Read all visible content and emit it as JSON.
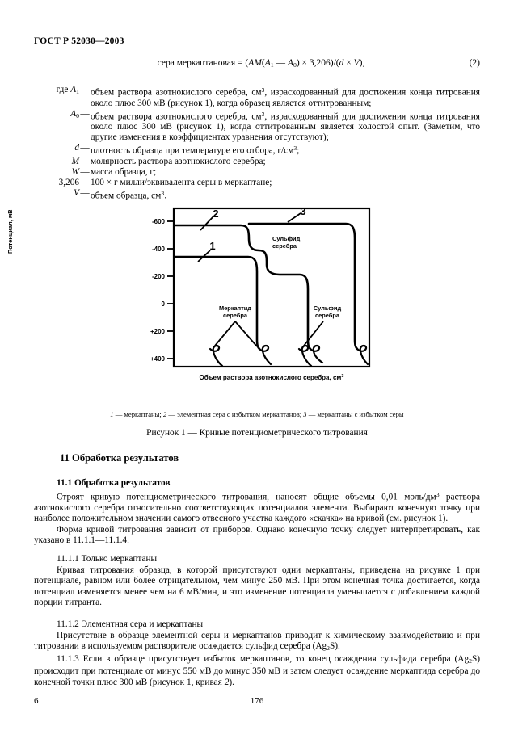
{
  "header": {
    "standard_code": "ГОСТ Р 52030—2003"
  },
  "formula": {
    "lead": "сера меркаптановая = (",
    "expr_am": "AM",
    "open": "(",
    "a1": "A",
    "a1_sub": "1",
    "minus": " — ",
    "a0": "A",
    "a0_sub": "0",
    "close_times": ") × 3,206)/(",
    "d": "d",
    "times": " × ",
    "v": "V",
    "tail": "),",
    "number": "(2)",
    "full_text": "сера меркаптановая = (AM(A1 — A0) × 3,206)/(d × V),"
  },
  "definitions": {
    "intro": "где",
    "items": [
      {
        "key_plain": "A1",
        "key_symbol": "A",
        "key_sub": "1",
        "dash": "—",
        "text": "объем раствора азотнокислого серебра, см3, израсходованный для достижения конца титрования около плюс 300 мВ (рисунок 1), когда образец является оттитрованным;"
      },
      {
        "key_plain": "A0",
        "key_symbol": "A",
        "key_sub": "0",
        "dash": "—",
        "text": "объем раствора азотнокислого серебра, см3, израсходованный для достижения конца титрования около плюс 300 мВ (рисунок 1), когда оттитрованным является холостой опыт. (Заметим, что другие изменения в коэффициентах уравнения отсутствуют);"
      },
      {
        "key_plain": "d",
        "key_symbol": "d",
        "key_sub": "",
        "dash": "—",
        "text": "плотность образца при температуре его отбора, г/см3;"
      },
      {
        "key_plain": "M",
        "key_symbol": "M",
        "key_sub": "",
        "dash": "—",
        "text": "молярность раствора азотнокислого серебра;"
      },
      {
        "key_plain": "W",
        "key_symbol": "W",
        "key_sub": "",
        "dash": "—",
        "text": "масса образца, г;"
      },
      {
        "key_plain": "3,206",
        "key_symbol": "3,206",
        "key_sub": "",
        "dash": "—",
        "text": "100 × г милли/эквивалента серы в меркаптане;"
      },
      {
        "key_plain": "V",
        "key_symbol": "V",
        "key_sub": "",
        "dash": "—",
        "text": "объем образца, см3."
      }
    ]
  },
  "chart_data": {
    "type": "line",
    "title": "Рисунок 1 — Кривые потенциометрического титрования",
    "xlabel": "Объем раствора азотнокислого серебра, см3",
    "ylabel": "Потенциал, мВ",
    "y_ticks": [
      "-600",
      "-400",
      "-200",
      "0",
      "+200",
      "+400"
    ],
    "ylim": [
      -700,
      500
    ],
    "y_inverted": true,
    "grid": false,
    "x_ticks": [],
    "annotations": [
      {
        "id": "curve-label-2",
        "text": "2"
      },
      {
        "id": "curve-label-3",
        "text": "3"
      },
      {
        "id": "curve-label-1",
        "text": "1"
      },
      {
        "id": "annot-sulfide-upper",
        "text": "Сульфид серебра"
      },
      {
        "id": "annot-mercaptide",
        "text": "Меркаптид серебра"
      },
      {
        "id": "annot-sulfide-lower",
        "text": "Сульфид серебра"
      }
    ],
    "series": [
      {
        "name": "1 — меркаптаны",
        "label": "1",
        "plateau_mv": -300,
        "endpoint_mv": 300,
        "description": "Одиночный скачок от минус 300 мВ до плюс 300 мВ"
      },
      {
        "name": "2 — элементная сера с избытком меркаптанов",
        "label": "2",
        "plateau_mv": -630,
        "intermediate_mv": -300,
        "endpoint_mv": 300,
        "description": "Два скачка: осаждение сульфида серебра, затем меркаптида серебра"
      },
      {
        "name": "3 — меркаптаны с избытком серы",
        "label": "3",
        "plateau_mv": -630,
        "endpoint_mv": 300,
        "description": "Один скачок от минус 630 мВ до плюс 300 мВ"
      }
    ],
    "legend": "1 — меркаптаны; 2 — элементная сера с избытком меркаптанов; 3 — меркаптаны с избытком серы",
    "legend_position": "below",
    "legend_parts": [
      {
        "num": "1",
        "text": " — меркаптаны; "
      },
      {
        "num": "2",
        "text": " — элементная сера с избытком меркаптанов; "
      },
      {
        "num": "3",
        "text": " — меркаптаны с избытком серы"
      }
    ]
  },
  "sections": {
    "section_11_heading": "11  Обработка результатов",
    "section_11_1_heading": "11.1  Обработка результатов",
    "para_1": "Строят кривую потенциометрического титрования, наносят общие объемы 0,01 моль/дм3 раствора азотнокислого серебра относительно соответствующих потенциалов элемента. Выбирают конечную точку при наиболее положительном значении самого отвесного участка каждого «скачка» на кривой (см. рисунок 1).",
    "para_2": "Форма кривой титрования зависит от приборов. Однако конечную точку следует интерпретировать, как указано в 11.1.1—11.1.4.",
    "section_11_1_1_heading": "11.1.1  Только меркаптаны",
    "para_3": "Кривая титрования образца, в которой присутствуют одни меркаптаны, приведена на рисунке 1 при потенциале, равном или более отрицательном, чем минус 250 мВ. При этом конечная точка достигается, когда потенциал изменяется менее чем на 6 мВ/мин, и это изменение потенциала уменьшается с добавлением каждой порции титранта.",
    "section_11_1_2_heading": "11.1.2  Элементная сера и меркаптаны",
    "para_4": "Присутствие в образце элементной серы и меркаптанов приводит к химическому взаимодействию и при титровании в используемом растворителе осаждается сульфид серебра (Ag2S).",
    "para_5": "11.1.3  Если в образце присутствует избыток меркаптанов, то конец осаждения сульфида серебра (Ag2S) происходит при потенциале от минус 550 мВ до минус 350 мВ и затем следует осаждение меркаптида серебра до конечной точки плюс 300 мВ (рисунок 1, кривая 2)."
  },
  "footer": {
    "page_number_left": "6",
    "page_number_center": "176"
  }
}
